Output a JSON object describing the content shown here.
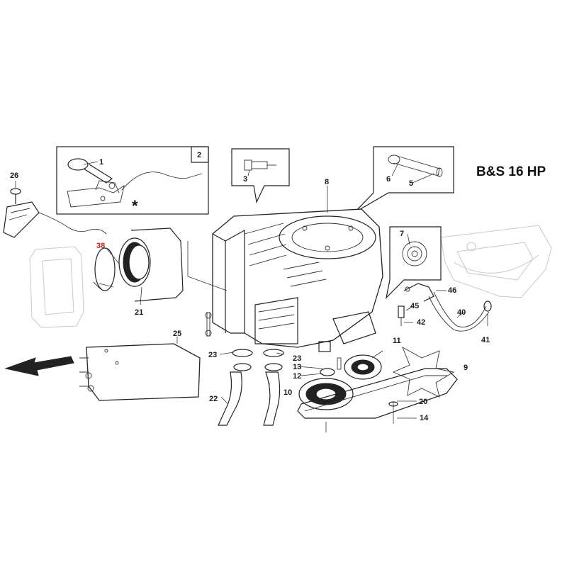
{
  "title": "B&S 16 HP",
  "asterisk": "*",
  "colors": {
    "ink": "#1a1a1a",
    "highlight": "#cc1f1f",
    "ghost": "#c8c8c8"
  },
  "parts": [
    {
      "id": "1",
      "label": "1",
      "highlight": false
    },
    {
      "id": "2",
      "label": "2",
      "highlight": false
    },
    {
      "id": "3",
      "label": "3",
      "highlight": false
    },
    {
      "id": "5",
      "label": "5",
      "highlight": false
    },
    {
      "id": "6",
      "label": "6",
      "highlight": false
    },
    {
      "id": "7",
      "label": "7",
      "highlight": false
    },
    {
      "id": "8",
      "label": "8",
      "highlight": false
    },
    {
      "id": "9",
      "label": "9",
      "highlight": false
    },
    {
      "id": "10",
      "label": "10",
      "highlight": false
    },
    {
      "id": "11",
      "label": "11",
      "highlight": false
    },
    {
      "id": "12",
      "label": "12",
      "highlight": false
    },
    {
      "id": "13",
      "label": "13",
      "highlight": false
    },
    {
      "id": "14",
      "label": "14",
      "highlight": false
    },
    {
      "id": "20",
      "label": "20",
      "highlight": false
    },
    {
      "id": "21",
      "label": "21",
      "highlight": false
    },
    {
      "id": "22",
      "label": "22",
      "highlight": false
    },
    {
      "id": "23a",
      "label": "23",
      "highlight": false
    },
    {
      "id": "23b",
      "label": "23",
      "highlight": false
    },
    {
      "id": "25",
      "label": "25",
      "highlight": false
    },
    {
      "id": "26",
      "label": "26",
      "highlight": false
    },
    {
      "id": "38",
      "label": "38",
      "highlight": true
    },
    {
      "id": "40",
      "label": "40",
      "highlight": false
    },
    {
      "id": "41",
      "label": "41",
      "highlight": false
    },
    {
      "id": "42",
      "label": "42",
      "highlight": false
    },
    {
      "id": "45",
      "label": "45",
      "highlight": false
    },
    {
      "id": "46",
      "label": "46",
      "highlight": false
    }
  ]
}
